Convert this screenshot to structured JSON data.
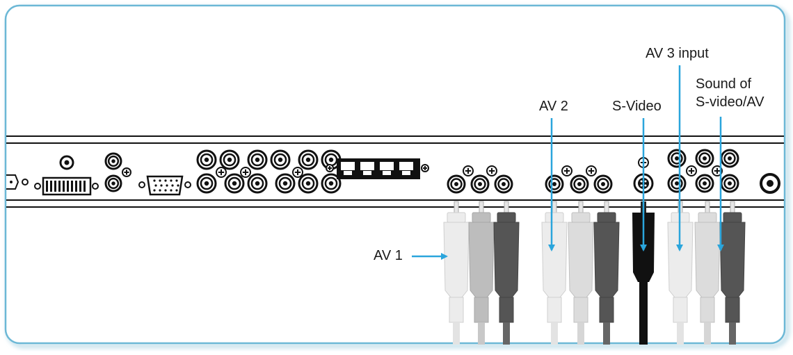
{
  "labels": {
    "av1": "AV  1",
    "av2": "AV  2",
    "svideo": "S-Video",
    "av3": "AV 3 input",
    "sound_line1": "Sound of",
    "sound_line2": "S-video/AV"
  },
  "colors": {
    "frame_border": "#6cb8d6",
    "frame_shadow": "#cfe6ef",
    "arrow": "#2aa5dc",
    "panel_line": "#111111",
    "plug_white": "#ececec",
    "plug_light": "#dcdcdc",
    "plug_gray": "#bdbdbd",
    "plug_dark": "#555555",
    "plug_black": "#111111"
  }
}
